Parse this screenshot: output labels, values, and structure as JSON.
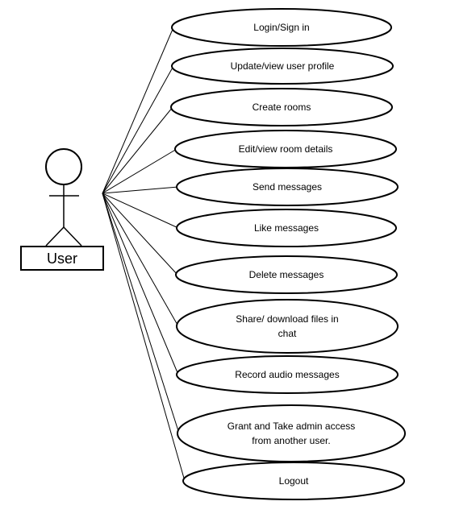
{
  "actor": {
    "name": "User"
  },
  "use_cases": [
    {
      "lines": [
        "Login/Sign in"
      ]
    },
    {
      "lines": [
        "Update/view user profile"
      ]
    },
    {
      "lines": [
        "Create rooms"
      ]
    },
    {
      "lines": [
        "Edit/view room details"
      ]
    },
    {
      "lines": [
        "Send messages"
      ]
    },
    {
      "lines": [
        "Like messages"
      ]
    },
    {
      "lines": [
        "Delete messages"
      ]
    },
    {
      "lines": [
        "Share/ download files in",
        "chat"
      ]
    },
    {
      "lines": [
        "Record audio messages"
      ]
    },
    {
      "lines": [
        "Grant and Take admin access",
        "from another user."
      ]
    },
    {
      "lines": [
        "Logout"
      ]
    }
  ]
}
